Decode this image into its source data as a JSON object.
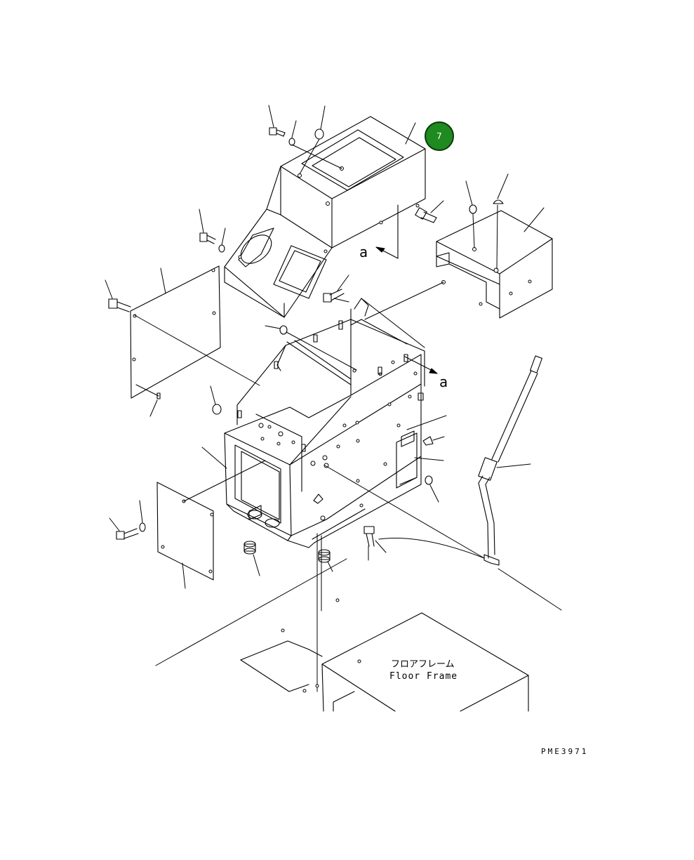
{
  "callout": {
    "number": "7"
  },
  "view_marker": {
    "letter": "a"
  },
  "floor_frame": {
    "japanese": "フロアフレーム",
    "english": "Floor Frame"
  },
  "drawing_code": "PME3971",
  "colors": {
    "badge_fill": "#1f8a1f",
    "line": "#000000",
    "background": "#ffffff"
  }
}
